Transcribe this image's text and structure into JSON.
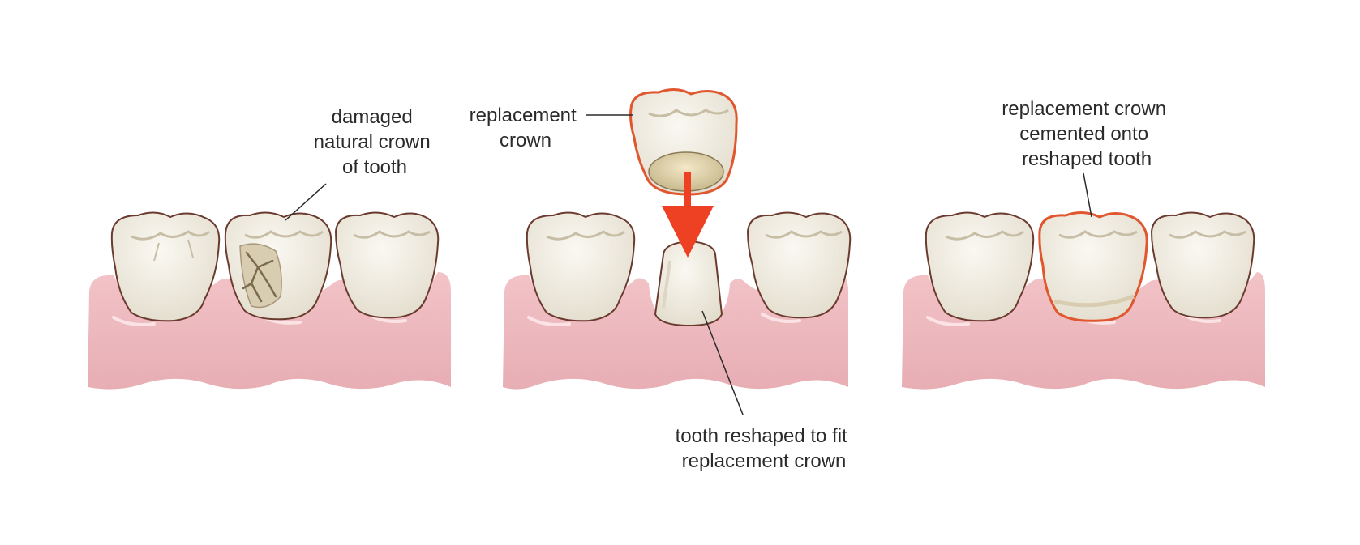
{
  "colors": {
    "gum": "#eab4b9",
    "gum_shadow": "#d98f97",
    "tooth_fill": "#efebe1",
    "tooth_shade": "#ddd6c4",
    "tooth_outline": "#6b3a2e",
    "crown_outline": "#e0572f",
    "arrow": "#ee4124",
    "crack": "#9c8a6a",
    "leader": "#2a2a2a"
  },
  "labels": {
    "damaged": [
      "damaged",
      "natural crown",
      "of tooth"
    ],
    "replacement": [
      "replacement",
      "crown"
    ],
    "reshaped": [
      "tooth reshaped to fit",
      "replacement crown"
    ],
    "cemented": [
      "replacement crown",
      "cemented onto",
      "reshaped tooth"
    ]
  },
  "panels": [
    {
      "step": "damaged-tooth"
    },
    {
      "step": "crown-placement"
    },
    {
      "step": "crown-cemented"
    }
  ]
}
